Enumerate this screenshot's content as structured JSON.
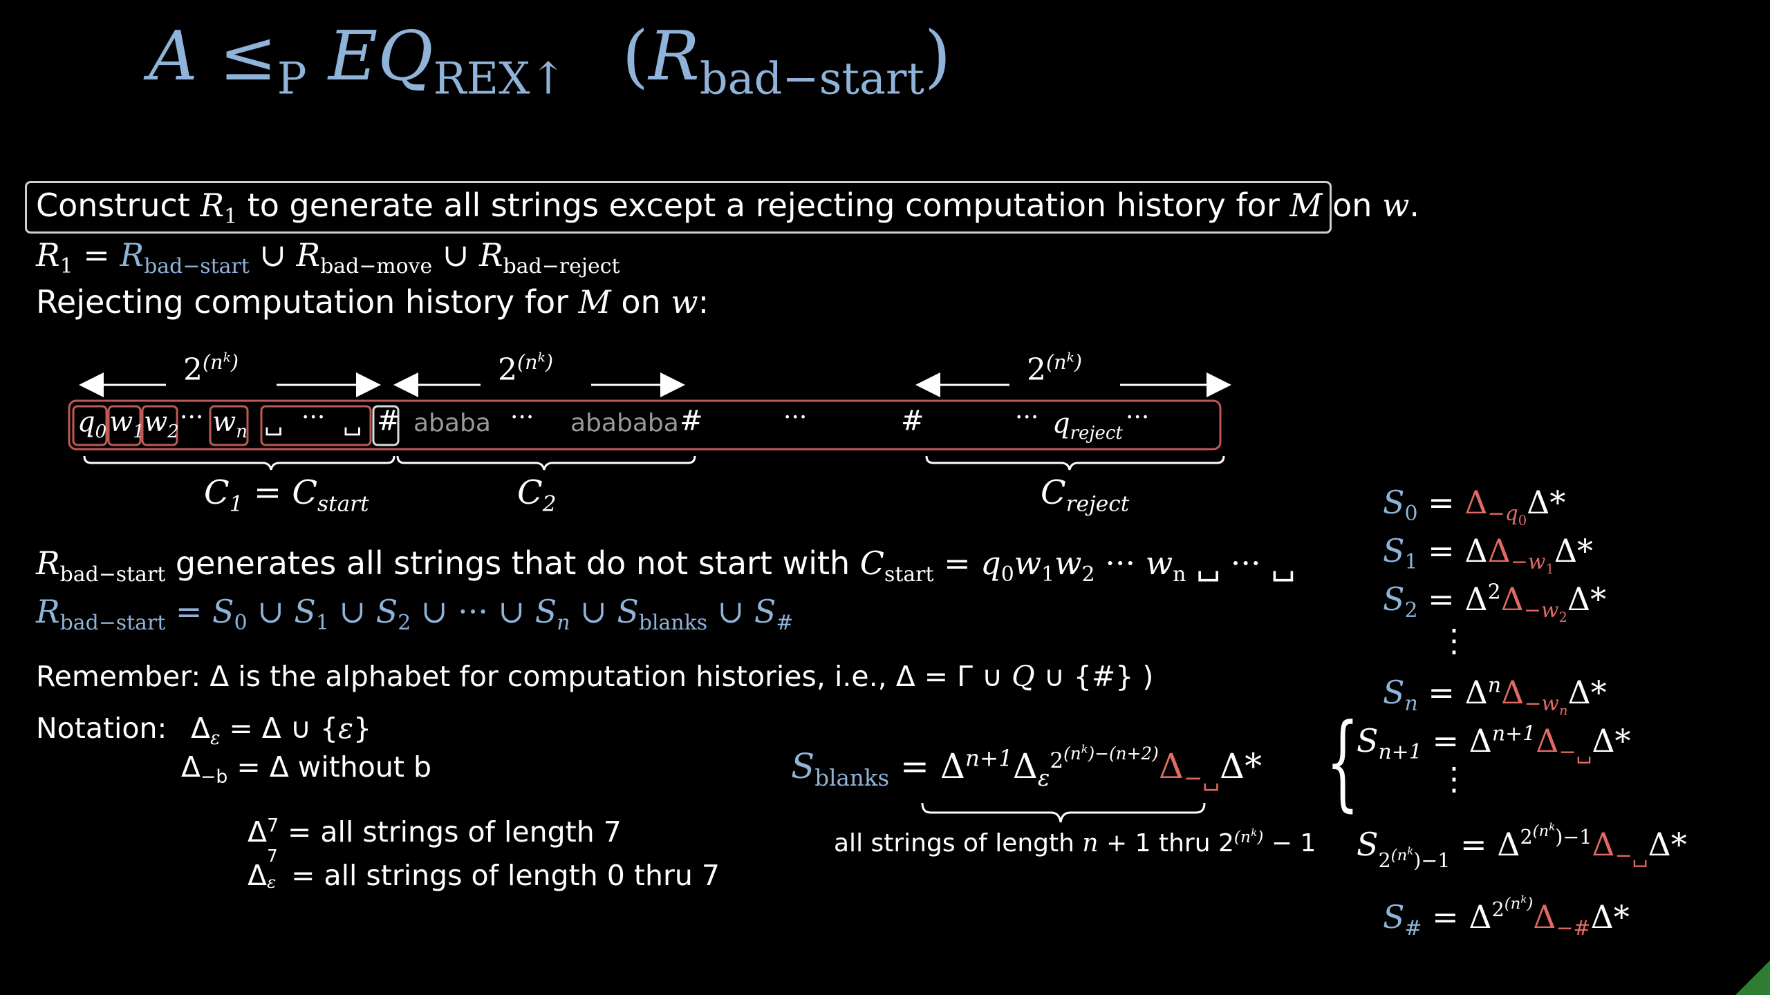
{
  "colors": {
    "background": "#000000",
    "accent_blue": "#8fb3d9",
    "accent_red": "#e06a64",
    "box_red": "#c05a55"
  },
  "title": {
    "A": "A",
    "rel": "≤",
    "rel_sub": "P",
    "EQ": "EQ",
    "EQ_sub": "REX↑",
    "paren_open": "(",
    "R": "R",
    "R_sub": "bad−start",
    "paren_close": ")"
  },
  "construct": {
    "t1": "Construct ",
    "R": "R",
    "R_sub": "1",
    "t2": " to generate all strings except a rejecting computation history for ",
    "M": "M",
    "t3": " on ",
    "w": "w",
    "t4": "."
  },
  "r1_def": {
    "R1": "R",
    "R1_sub": "1",
    "eq": " = ",
    "a": "R",
    "a_sub": "bad−start",
    "cup1": " ∪ ",
    "b": "R",
    "b_sub": "bad−move",
    "cup2": " ∪ ",
    "c": "R",
    "c_sub": "bad−reject"
  },
  "rejecting_label": {
    "t1": "Rejecting computation history for ",
    "M": "M",
    "t2": " on ",
    "w": "w",
    "t3": ":"
  },
  "segment_label": {
    "base": "2",
    "exp": "(n",
    "exp_k": "k",
    "exp_close": ")"
  },
  "tape": {
    "cell_q": "q",
    "cell_q_sub": "0",
    "cell_w1": "w",
    "cell_w1_sub": "1",
    "cell_w2": "w",
    "cell_w2_sub": "2",
    "dots": "···",
    "cell_wn": "w",
    "cell_wn_sub": "n",
    "blank": "␣",
    "hash": "#",
    "ababa": "ababa",
    "abababa": "abababa",
    "qreject": "q",
    "qreject_sub": "reject"
  },
  "configs": {
    "c1": "C",
    "c1_sub": "1",
    "c1_eq": " = ",
    "cstart": "C",
    "cstart_sub": "start",
    "c2": "C",
    "c2_sub": "2",
    "crej": "C",
    "crej_sub": "reject"
  },
  "rbad_desc": {
    "R": "R",
    "R_sub": "bad−start",
    "t1": "  generates all strings that do not start with ",
    "C": "C",
    "C_sub": "start",
    "t2": " = ",
    "q0": "q",
    "q0_sub": "0",
    "w1": "w",
    "w1_sub": "1",
    "w2": "w",
    "w2_sub": "2",
    "dots": " ··· ",
    "wn": "w",
    "wn_sub": "n",
    "tail": " ␣ ··· ␣"
  },
  "rbad_def": {
    "R": "R",
    "R_sub": "bad−start",
    "eq": " = ",
    "s0": "S",
    "s0_sub": "0",
    "s1": "S",
    "s1_sub": "1",
    "s2": "S",
    "s2_sub": "2",
    "mid": " ∪ ··· ∪ ",
    "sn": "S",
    "sn_sub": "n",
    "sb": "S",
    "sb_sub": "blanks",
    "sh": "S",
    "sh_sub": "#",
    "cup": " ∪ "
  },
  "remember": {
    "t1": "Remember:   Δ is the alphabet for computation histories,  i.e.,  Δ = Γ ∪ ",
    "Q": "Q",
    "t2": " ∪ {#} )"
  },
  "notation": {
    "label": "Notation:",
    "eps_lhs": "Δ",
    "eps_sub": "ε",
    "eps_rhs": "  = Δ ∪ {",
    "eps_sym": "ε",
    "eps_close": "}",
    "minus_lhs": "Δ",
    "minus_sub": "−b",
    "minus_rhs": " = Δ without b"
  },
  "delta7": {
    "D": "Δ",
    "sup": "7",
    "text": "  = all strings of length 7"
  },
  "delta7e": {
    "D": "Δ",
    "sup": "7",
    "sub": "ε",
    "text": "  = all strings of length 0 thru 7"
  },
  "sblanks": {
    "S": "S",
    "S_sub": "blanks",
    "eq": " = ",
    "D1": "Δ",
    "D1_sup": "n+1",
    "D2": "Δ",
    "D2_sub": "ε",
    "D2_sup_base": "2",
    "D2_sup_exp": "(n",
    "D2_sup_k": "k",
    "D2_sup_rest": ")−(n+2)",
    "D3": "Δ",
    "D3_sub": "−␣",
    "tail": "Δ*",
    "caption1": "all strings of length ",
    "caption_n": "n",
    "caption2": " + 1 thru 2",
    "caption_exp": "(n",
    "caption_k": "k",
    "caption_close": ")",
    "caption3": " − 1"
  },
  "s_rows": {
    "s0": {
      "S": "S",
      "sub": "0",
      "eq": " = ",
      "red": "Δ",
      "red_sub": "−q",
      "red_sub2": "0",
      "tail": "Δ*"
    },
    "s1": {
      "S": "S",
      "sub": "1",
      "eq": " = ",
      "pre": "Δ",
      "red": "Δ",
      "red_sub": "−w",
      "red_sub2": "1",
      "tail": "Δ*"
    },
    "s2": {
      "S": "S",
      "sub": "2",
      "eq": " = ",
      "pre": "Δ",
      "pre_sup": "2",
      "red": "Δ",
      "red_sub": "−w",
      "red_sub2": "2",
      "tail": "Δ*"
    },
    "vdots1": "⋮",
    "sn": {
      "S": "S",
      "sub": "n",
      "eq": " = ",
      "pre": "Δ",
      "pre_sup": "n",
      "red": "Δ",
      "red_sub": "−w",
      "red_sub2": "n",
      "tail": "Δ*"
    },
    "sn1": {
      "S": "S",
      "sub": "n+1",
      "eq": " = ",
      "pre": "Δ",
      "pre_sup": "n+1",
      "red": "Δ",
      "red_sub": "−␣",
      "tail": "Δ*"
    },
    "vdots2": "⋮",
    "slast": {
      "S": "S",
      "sub": "2",
      "sub_exp": "(n",
      "sub_k": "k",
      "sub_rest": ")−1",
      "eq": " = ",
      "pre": "Δ",
      "pre_sup": "2",
      "pre_exp": "(n",
      "pre_k": "k",
      "pre_rest": ")−1",
      "red": "Δ",
      "red_sub": "−␣",
      "tail": "Δ*"
    },
    "shash": {
      "S": "S",
      "sub": "#",
      "eq": " = ",
      "pre": "Δ",
      "pre_sup": "2",
      "pre_exp": "(n",
      "pre_k": "k",
      "pre_rest": ")",
      "red": "Δ",
      "red_sub": "−#",
      "tail": "Δ*"
    }
  }
}
